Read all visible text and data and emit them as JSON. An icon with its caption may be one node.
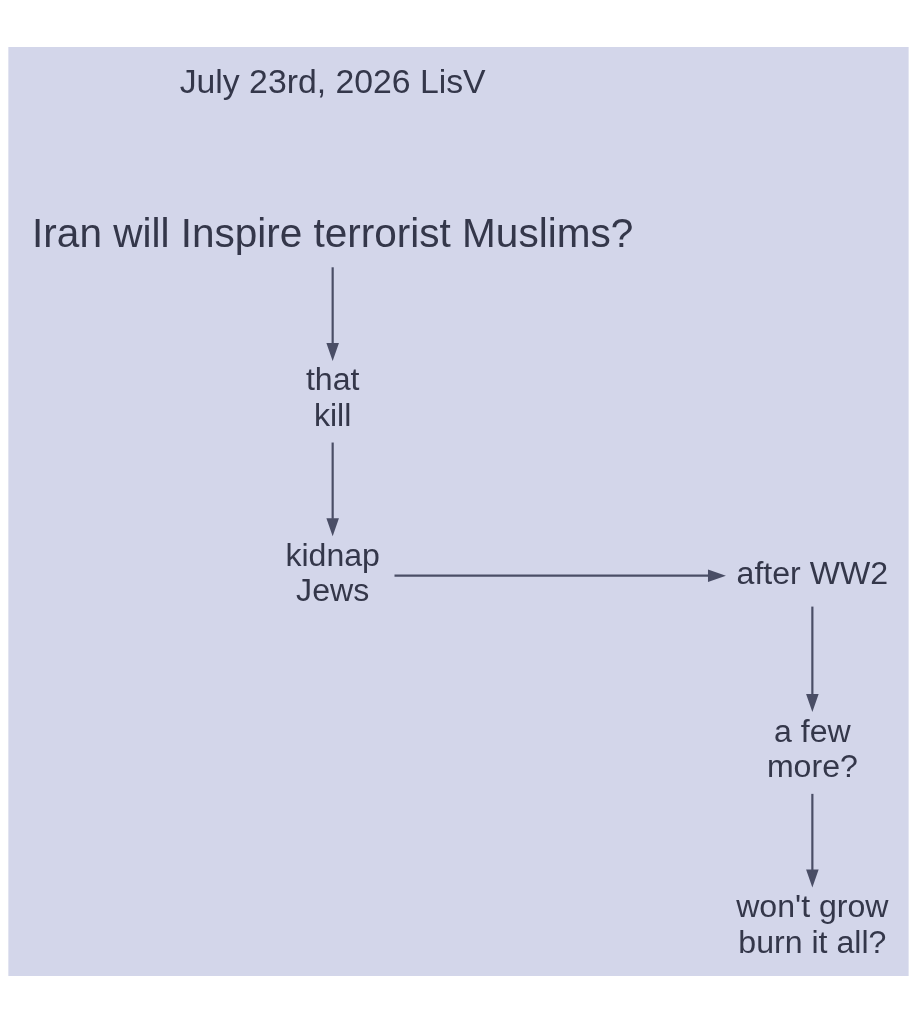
{
  "diagram": {
    "nodes": [
      {
        "text": [
          "Iran will Inspire terrorist Muslims?"
        ]
      },
      {
        "text": [
          "that kill"
        ]
      },
      {
        "text": [
          "kidnap Jews"
        ]
      },
      {
        "text": [
          "after WW2"
        ]
      },
      {
        "text": [
          "a few more?"
        ]
      },
      {
        "text": [
          "won't grow burn it all?"
        ]
      }
    ],
    "edges": [
      {
        "from": 0,
        "to": 1,
        "arrow": "to"
      },
      {
        "from": 1,
        "to": 2,
        "arrow": "to"
      },
      {
        "from": 2,
        "to": 3,
        "arrow": "to"
      },
      {
        "from": 3,
        "to": 4,
        "arrow": "to"
      },
      {
        "from": 4,
        "to": 5,
        "arrow": "to"
      }
    ],
    "labels": [
      "July 23rd, 2026 LisV"
    ]
  }
}
